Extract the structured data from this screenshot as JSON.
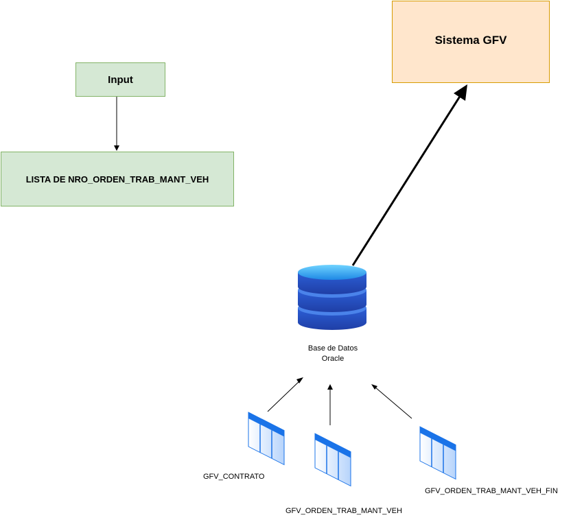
{
  "input": {
    "label": "Input"
  },
  "lista": {
    "label": "LISTA DE NRO_ORDEN_TRAB_MANT_VEH"
  },
  "sistema": {
    "label": "Sistema GFV"
  },
  "database": {
    "line1": "Base de Datos",
    "line2": "Oracle",
    "icon": "database-icon"
  },
  "tables": {
    "contrato": "GFV_CONTRATO",
    "orden": "GFV_ORDEN_TRAB_MANT_VEH",
    "orden_fin": "GFV_ORDEN_TRAB_MANT_VEH_FIN",
    "icon": "table-icon"
  },
  "colors": {
    "green_fill": "#d5e8d4",
    "green_stroke": "#82b366",
    "orange_fill": "#ffe6cc",
    "orange_stroke": "#d79b00",
    "db_blue": "#1e88e5",
    "table_blue": "#1a73e8"
  }
}
